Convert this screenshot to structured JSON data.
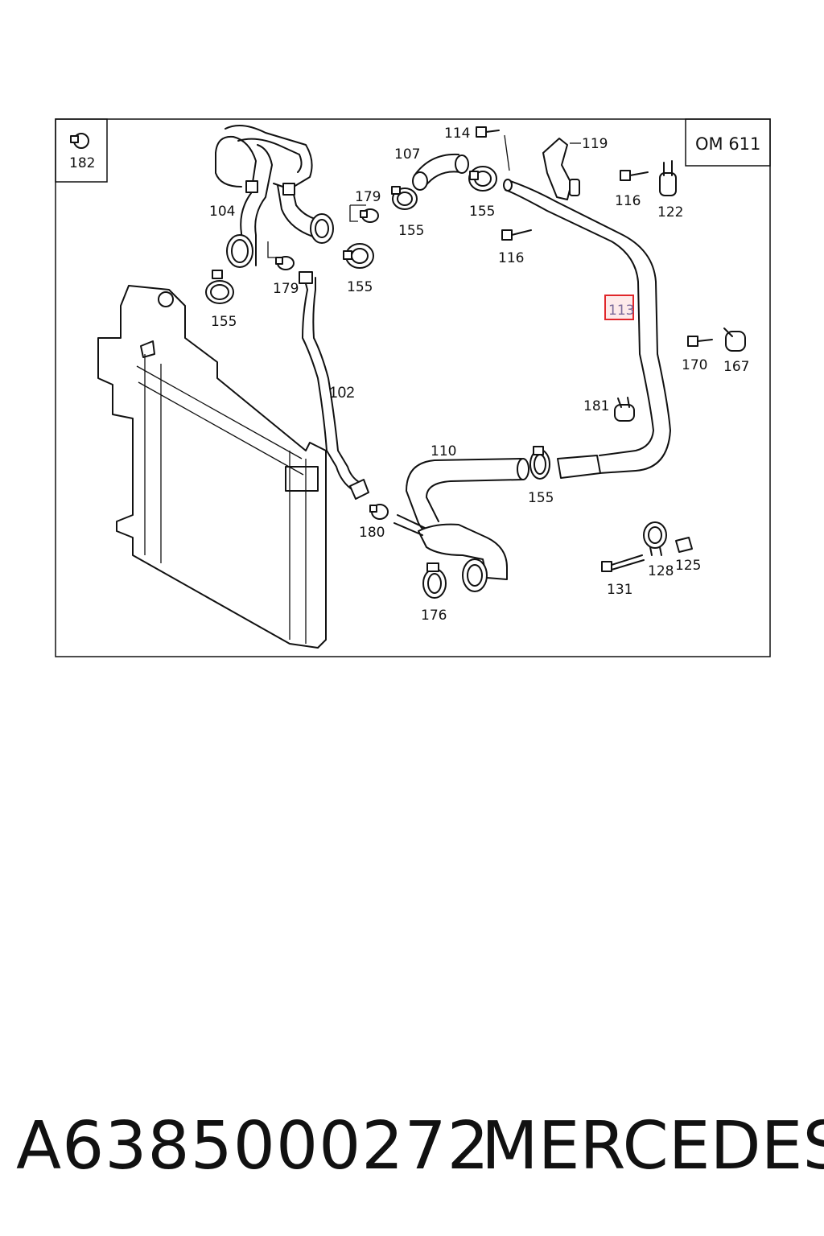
{
  "diagram": {
    "engine_label": "OM 611",
    "corner_part": "182",
    "highlighted_part": "113",
    "labels": {
      "p182": "182",
      "p104": "104",
      "p179a": "179",
      "p179b": "179",
      "p155a": "155",
      "p155b": "155",
      "p155c": "155",
      "p155d": "155",
      "p155e": "155",
      "p107": "107",
      "p114": "114",
      "p119": "119",
      "p116a": "116",
      "p116b": "116",
      "p122": "122",
      "p113": "113",
      "p170": "170",
      "p167": "167",
      "p181": "181",
      "p102": "102",
      "p110": "110",
      "p180": "180",
      "p176": "176",
      "p128": "128",
      "p125": "125",
      "p131": "131"
    }
  },
  "caption": {
    "part_number": "A6385000272",
    "brand": "MERCEDES"
  }
}
